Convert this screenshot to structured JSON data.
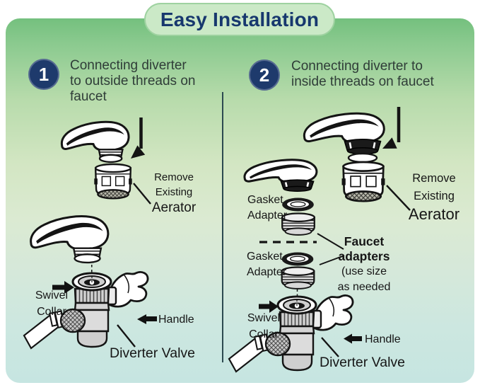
{
  "title": "Easy Installation",
  "colors": {
    "title_text": "#17386e",
    "title_pill_bg": "#cbe9c7",
    "step_badge_bg": "#1e3a6c",
    "bg_top_green": "#74c07e",
    "bg_bottom_cyan": "#c6e5e1"
  },
  "panel1": {
    "number": "1",
    "heading_lines": [
      "Connecting diverter",
      "to outside threads on",
      "faucet"
    ],
    "labels": {
      "remove_aerator": [
        "Remove",
        "Existing",
        "Aerator"
      ],
      "swivel_collar": [
        "Swivel",
        "Collar"
      ],
      "handle": "Handle",
      "diverter_valve": "Diverter Valve"
    }
  },
  "panel2": {
    "number": "2",
    "heading_lines": [
      "Connecting diverter to",
      "inside threads on faucet"
    ],
    "labels": {
      "gasket_adapter_upper": [
        "Gasket",
        "Adapter"
      ],
      "gasket_adapter_lower": [
        "Gasket",
        "Adapter"
      ],
      "remove_aerator": [
        "Remove",
        "Existing",
        "Aerator"
      ],
      "faucet_adapters": [
        "Faucet",
        "adapters",
        "(use size",
        "as needed"
      ],
      "swivel_collar": [
        "Swivel",
        "Collar"
      ],
      "handle": "Handle",
      "diverter_valve": "Diverter Valve"
    }
  }
}
